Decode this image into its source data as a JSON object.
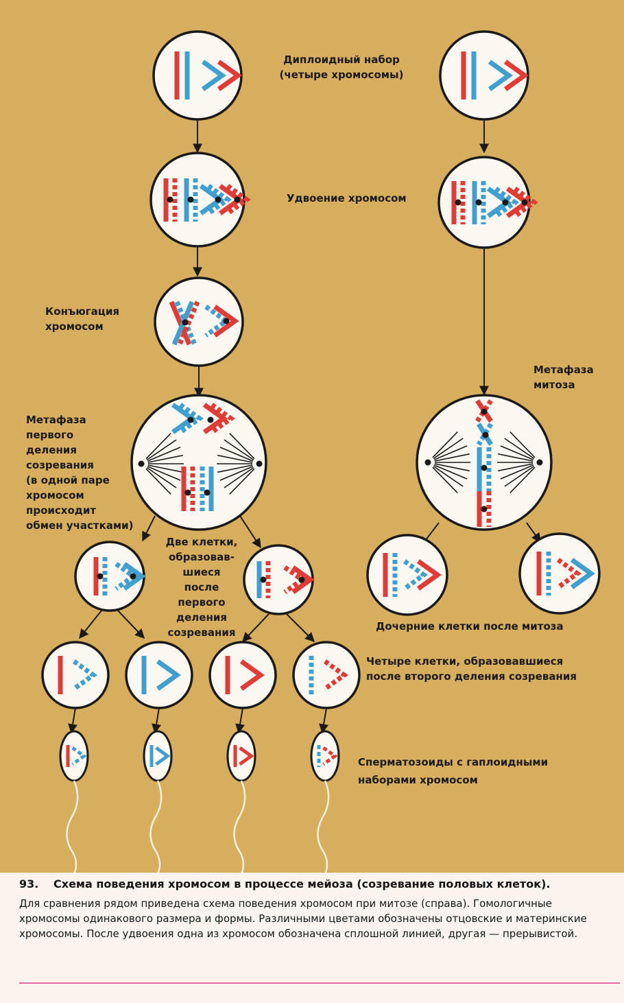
{
  "colors": {
    "background": "#d7ad5e",
    "paternal": "#e23b35",
    "maternal": "#3f9fcf",
    "cell_fill": "#fbf8f2",
    "outline": "#1a1a1a",
    "rule": "#e2689d"
  },
  "labels": {
    "diploid": "Диплоидный набор\n(четыре хромосомы)",
    "doubling": "Удвоение хромосом",
    "conjugation": "Конъюгация\nхромосом",
    "metaphase_first": "Метафаза\nпервого\nделения\nсозревания\n(в одной паре\nхромосом\nпроисходит\nобмен участками)",
    "two_cells": "Две клетки,\nобразовав-\nшиеся\nпосле\nпервого\nделения\nсозревания",
    "metaphase_mitosis": "Метафаза\nмитоза",
    "daughter_cells": "Дочерние клетки после митоза",
    "four_cells": "Четыре клетки, образовавшиеся\nпосле второго деления созревания",
    "sperm": "Сперматозоиды с  гаплоидными\nнаборами хромосом"
  },
  "caption": {
    "number": "93.",
    "title": "Схема поведения хромосом в процессе мейоза (созревание половых клеток).",
    "text": "Для сравнения рядом приведена схема поведения хромосом при митозе (справа). Гомологичные хромосомы одинакового размера и формы. Различными цветами обозначены отцовские и материнские хромосомы. После удвоения одна из хромосом обозначена сплошной линией, другая — прерывистой."
  }
}
